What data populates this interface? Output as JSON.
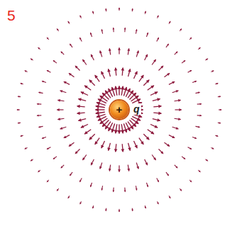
{
  "diagram": {
    "nodes": [
      {
        "text": [
          "+",
          "q"
        ]
      }
    ],
    "labels": [
      "5"
    ]
  }
}
